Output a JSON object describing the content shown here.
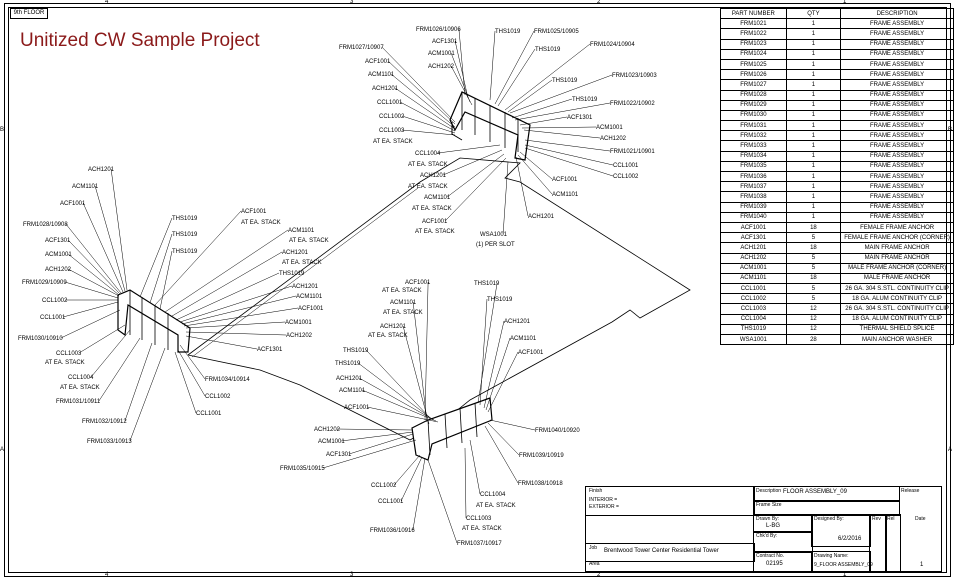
{
  "sheet": {
    "floor_tag": "9th FLOOR",
    "title": "Unitized CW Sample Project",
    "ruler_top": [
      "4",
      "3",
      "2",
      "1"
    ],
    "ruler_bottom": [
      "4",
      "3",
      "2",
      "1"
    ],
    "ruler_left": [
      "B",
      "A"
    ],
    "ruler_right": [
      "B",
      "A"
    ]
  },
  "parts_table": {
    "headers": [
      "PART NUMBER",
      "QTY",
      "DESCRIPTION"
    ],
    "rows": [
      [
        "FRM1021",
        "1",
        "FRAME ASSEMBLY"
      ],
      [
        "FRM1022",
        "1",
        "FRAME ASSEMBLY"
      ],
      [
        "FRM1023",
        "1",
        "FRAME ASSEMBLY"
      ],
      [
        "FRM1024",
        "1",
        "FRAME ASSEMBLY"
      ],
      [
        "FRM1025",
        "1",
        "FRAME ASSEMBLY"
      ],
      [
        "FRM1026",
        "1",
        "FRAME ASSEMBLY"
      ],
      [
        "FRM1027",
        "1",
        "FRAME ASSEMBLY"
      ],
      [
        "FRM1028",
        "1",
        "FRAME ASSEMBLY"
      ],
      [
        "FRM1029",
        "1",
        "FRAME ASSEMBLY"
      ],
      [
        "FRM1030",
        "1",
        "FRAME ASSEMBLY"
      ],
      [
        "FRM1031",
        "1",
        "FRAME ASSEMBLY"
      ],
      [
        "FRM1032",
        "1",
        "FRAME ASSEMBLY"
      ],
      [
        "FRM1033",
        "1",
        "FRAME ASSEMBLY"
      ],
      [
        "FRM1034",
        "1",
        "FRAME ASSEMBLY"
      ],
      [
        "FRM1035",
        "1",
        "FRAME ASSEMBLY"
      ],
      [
        "FRM1036",
        "1",
        "FRAME ASSEMBLY"
      ],
      [
        "FRM1037",
        "1",
        "FRAME ASSEMBLY"
      ],
      [
        "FRM1038",
        "1",
        "FRAME ASSEMBLY"
      ],
      [
        "FRM1039",
        "1",
        "FRAME ASSEMBLY"
      ],
      [
        "FRM1040",
        "1",
        "FRAME ASSEMBLY"
      ],
      [
        "ACF1001",
        "18",
        "FEMALE FRAME ANCHOR"
      ],
      [
        "ACF1301",
        "5",
        "FEMALE FRAME ANCHOR (CORNER)"
      ],
      [
        "ACH1201",
        "18",
        "MAIN FRAME ANCHOR"
      ],
      [
        "ACH1202",
        "5",
        "MAIN FRAME ANCHOR"
      ],
      [
        "ACM1001",
        "5",
        "MALE FRAME ANCHOR (CORNER)"
      ],
      [
        "ACM1101",
        "18",
        "MALE FRAME ANCHOR"
      ],
      [
        "CCL1001",
        "5",
        "26 GA. 304 S.STL. CONTINUITY CLIP"
      ],
      [
        "CCL1002",
        "5",
        "18 GA. ALUM CONTINUITY CLIP"
      ],
      [
        "CCL1003",
        "12",
        "26 GA. 304 S.STL. CONTINUITY CLIP"
      ],
      [
        "CCL1004",
        "12",
        "18 GA. ALUM CONTINUITY CLIP"
      ],
      [
        "THS1019",
        "12",
        "THERMAL SHIELD SPLICE"
      ],
      [
        "WSA1001",
        "28",
        "MAIN ANCHOR WASHER"
      ]
    ]
  },
  "title_block": {
    "finish_label": "Finish",
    "interior_label": "INTERIOR  =",
    "exterior_label": "EXTERIOR  =",
    "description_label": "Description",
    "description_value": "FLOOR ASSEMBLY_09",
    "release_label": "Release",
    "frame_size_label": "Frame Size",
    "drawn_by_label": "Drawn By:",
    "drawn_by_value": "L-BG",
    "designed_by_label": "Designed By:",
    "rev_label": "Rev",
    "rel_label": "Rel",
    "date_label": "Date",
    "chkd_by_label": "Chk'd By:",
    "date_value": "6/2/2016",
    "job_label": "Job",
    "job_value": "Brentwood Tower Center   Residential Tower",
    "area_label": "Area",
    "contract_label": "Contract No.",
    "contract_value": "02195",
    "drawing_name_label": "Drawing Name:",
    "drawing_name_value": "9_FLOOR ASSEMBLY_09",
    "sheet_num": "1"
  },
  "callouts": {
    "top": [
      "FRM1026/10906",
      "ACF1301",
      "ACM1001",
      "ACH1202",
      "FRM1027/10907",
      "ACF1001",
      "ACM1101",
      "ACH1201",
      "CCL1001",
      "CCL1002",
      "CCL1003",
      "AT EA. STACK",
      "THS1019",
      "FRM1025/10905",
      "THS1019",
      "FRM1024/10904",
      "FRM1023/10903",
      "THS1019",
      "THS1019",
      "FRM1022/10902",
      "ACF1301",
      "ACM1001",
      "ACH1202",
      "FRM1021/10901",
      "CCL1001",
      "CCL1002",
      "ACF1001",
      "ACM1101",
      "ACH1201",
      "CCL1004",
      "AT EA. STACK",
      "ACH1201",
      "AT EA. STACK",
      "ACM1101",
      "AT EA. STACK",
      "ACF1001",
      "AT EA. STACK",
      "WSA1001",
      "(1) PER SLOT"
    ],
    "left": [
      "ACH1201",
      "ACM1101",
      "ACF1001",
      "FRM1028/10908",
      "ACF1301",
      "ACM1001",
      "ACH1202",
      "FRM1029/10909",
      "CCL1002",
      "CCL1001",
      "FRM1030/10910",
      "CCL1003",
      "AT EA. STACK",
      "CCL1004",
      "AT EA. STACK",
      "FRM1031/10911",
      "FRM1032/10912",
      "FRM1033/10913",
      "THS1019",
      "THS1019",
      "THS1019",
      "ACF1001",
      "AT EA. STACK",
      "ACM1101",
      "AT EA. STACK",
      "ACH1201",
      "AT EA. STACK",
      "THS1019",
      "ACH1201",
      "ACM1101",
      "ACF1001",
      "ACM1001",
      "ACH1202",
      "ACF1301",
      "FRM1034/10914",
      "CCL1002",
      "CCL1001"
    ],
    "bottom": [
      "ACF1001",
      "AT EA. STACK",
      "ACM1101",
      "AT EA. STACK",
      "ACH1201",
      "AT EA. STACK",
      "THS1019",
      "THS1019",
      "ACH1201",
      "ACM1101",
      "ACF1001",
      "ACH1202",
      "ACM1001",
      "ACF1301",
      "FRM1035/10915",
      "CCL1002",
      "CCL1001",
      "FRM1036/10916",
      "FRM1037/10917",
      "THS1019",
      "THS1019",
      "ACH1201",
      "ACM1101",
      "ACF1001",
      "FRM1040/10920",
      "FRM1039/10919",
      "FRM1038/10918",
      "CCL1004",
      "AT EA. STACK",
      "CCL1003",
      "AT EA. STACK"
    ]
  }
}
